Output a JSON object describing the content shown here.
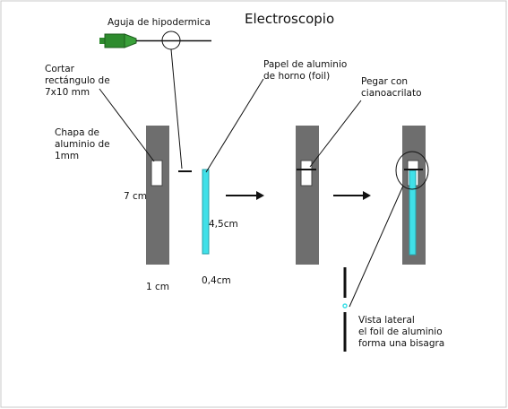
{
  "title": "Electroscopio",
  "colors": {
    "plate": "#6e6e6e",
    "foil": "#40e0e8",
    "needle_body": "#2e8b2e",
    "line": "#111111",
    "hole": "#ffffff"
  },
  "labels": {
    "needle": "Aguja de hipodermica",
    "cut_line1": "Cortar",
    "cut_line2": "rectángulo de",
    "cut_line3": "7x10 mm",
    "foil_line1": "Papel de aluminio",
    "foil_line2": "de horno  (foil)",
    "glue_line1": "Pegar con",
    "glue_line2": "cianoacrilato",
    "plate_line1": "Chapa de",
    "plate_line2": "aluminio de",
    "plate_line3": "1mm",
    "height_7": "7 cm",
    "width_1": "1 cm",
    "foil_height": "4,5cm",
    "foil_width": "0,4cm",
    "side_line1": "Vista lateral",
    "side_line2": "el foil de aluminio",
    "side_line3": "forma una bisagra"
  },
  "icons": [
    "hypodermic-needle-icon",
    "right-arrow-icon"
  ]
}
